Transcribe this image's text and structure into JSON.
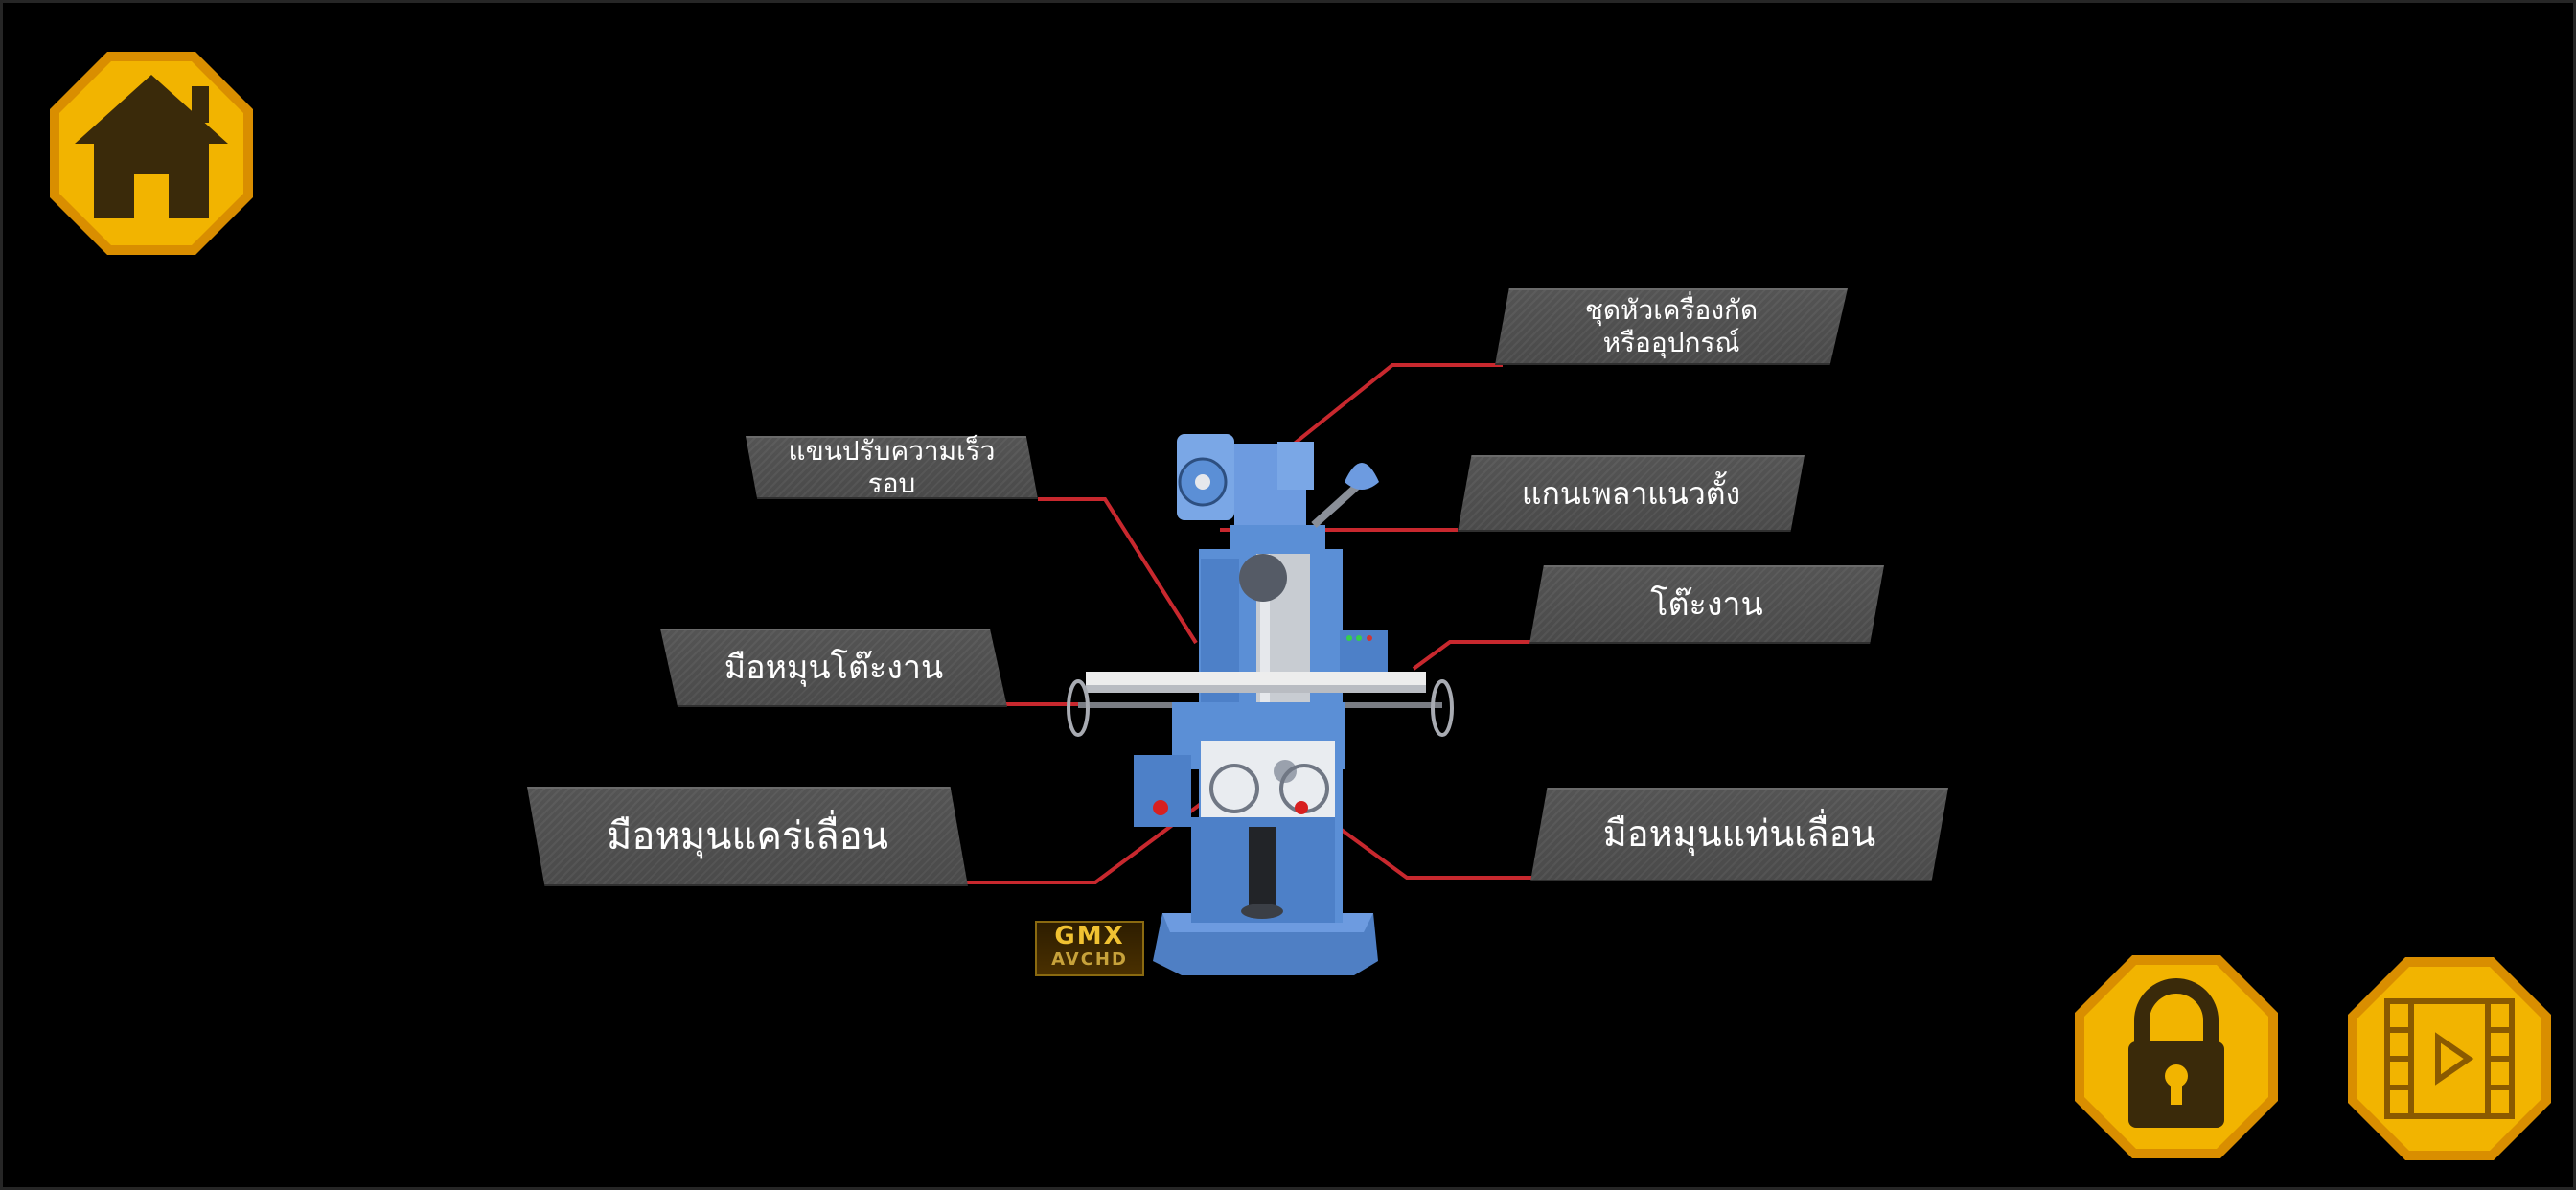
{
  "colors": {
    "background": "#000000",
    "button_gold": "#f2b400",
    "button_rim": "#d98e00",
    "icon_dark": "#3a2a0a",
    "leader_line": "#c8282e",
    "label_plate": "#4e4e4e",
    "machine_blue": "#5b8fd6"
  },
  "buttons": {
    "home": {
      "icon": "home-icon"
    },
    "lock": {
      "icon": "lock-icon"
    },
    "video": {
      "icon": "film-play-icon"
    }
  },
  "labels": {
    "cutter_head": "ชุดหัวเครื่องกัด\nหรืออุปกรณ์",
    "speed_lever": "แขนปรับความเร็วรอบ",
    "spindle": "แกนเพลาแนวตั้ง",
    "table": "โต๊ะงาน",
    "table_handwheel": "มือหมุนโต๊ะงาน",
    "saddle_handwheel": "มือหมุนแคร่เลื่อน",
    "knee_handwheel": "มือหมุนแท่นเลื่อน"
  },
  "watermark": {
    "top": "GMX",
    "bottom": "AVCHD"
  }
}
